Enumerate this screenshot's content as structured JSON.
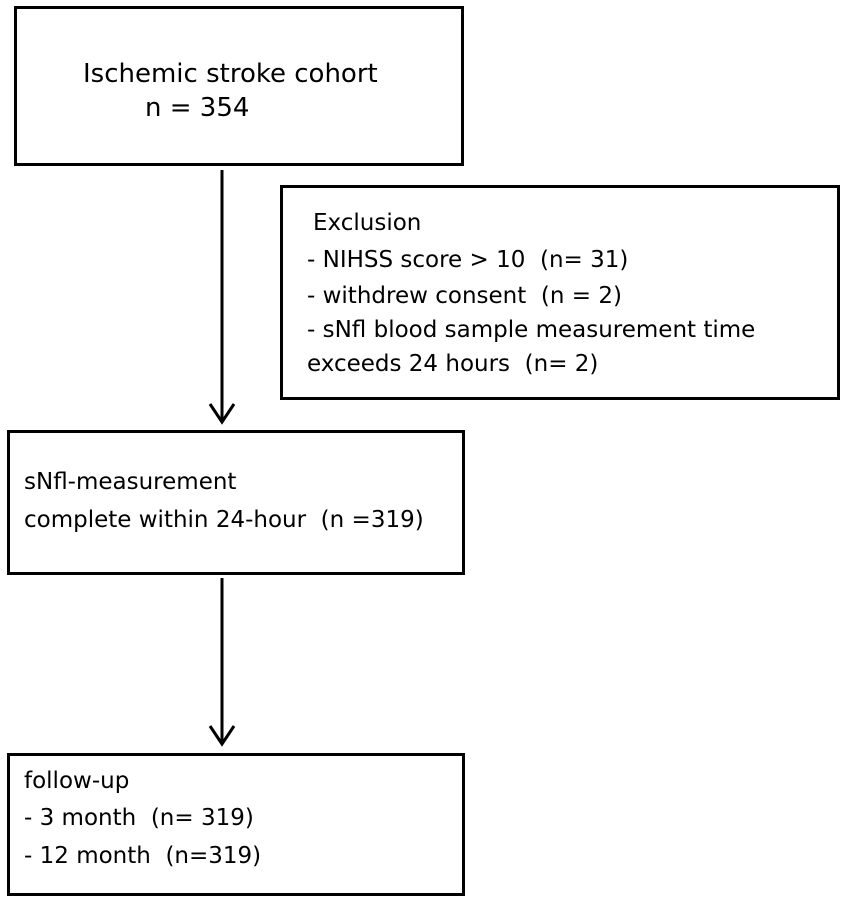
{
  "cohort": {
    "title": "Ischemic stroke cohort",
    "count": "n = 354"
  },
  "exclusion": {
    "title": "Exclusion",
    "items": [
      "- NIHSS score  > 10   (n= 31)",
      "- withdrew consent   (n = 2)",
      "- sNfl blood sample measurement time",
      "exceeds 24 hours   (n= 2)"
    ]
  },
  "measurement": {
    "title": "sNfl-measurement",
    "detail": "complete within 24-hour   (n =319)"
  },
  "followup": {
    "title": "follow-up",
    "items": [
      "- 3 month   (n= 319)",
      "- 12 month   (n=319)"
    ]
  },
  "colors": {
    "stroke": "#000000",
    "background": "#ffffff"
  }
}
